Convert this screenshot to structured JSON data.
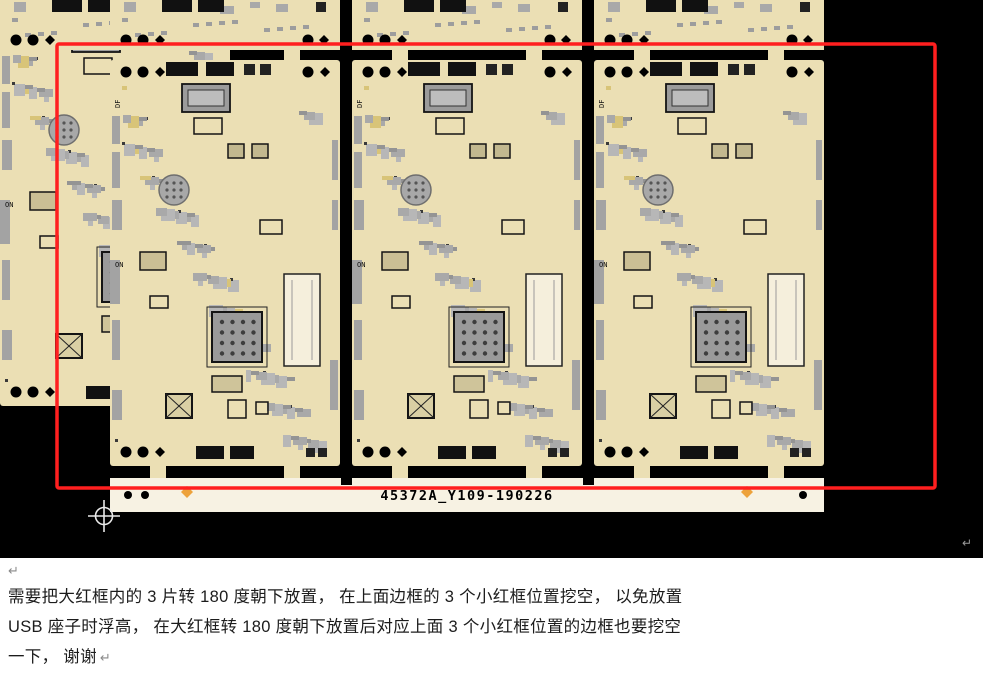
{
  "figure": {
    "panel_label": "45372A_Y109-190226",
    "board_count": 3,
    "micro_labels": {
      "dip": "ON",
      "df": "DF"
    },
    "colors": {
      "background": "#000000",
      "pcb": "#ebdfb4",
      "pcb_light": "#f5efdc",
      "component_gray": "#a6a6a6",
      "outline": "#141414",
      "rail": "#f7f2e3",
      "red_box": "#ff1f1f",
      "diamond_orange": "#eda23b",
      "crosshair": "#e9e9e9"
    }
  },
  "marks": {
    "paragraph": "↵"
  },
  "body_text": {
    "line1": "需要把大红框内的 3 片转 180 度朝下放置， 在上面边框的 3 个小红框位置挖空， 以免放置",
    "line2": "USB 座子时浮高， 在大红框转 180 度朝下放置后对应上面 3 个小红框位置的边框也要挖空",
    "line3": "一下， 谢谢"
  }
}
